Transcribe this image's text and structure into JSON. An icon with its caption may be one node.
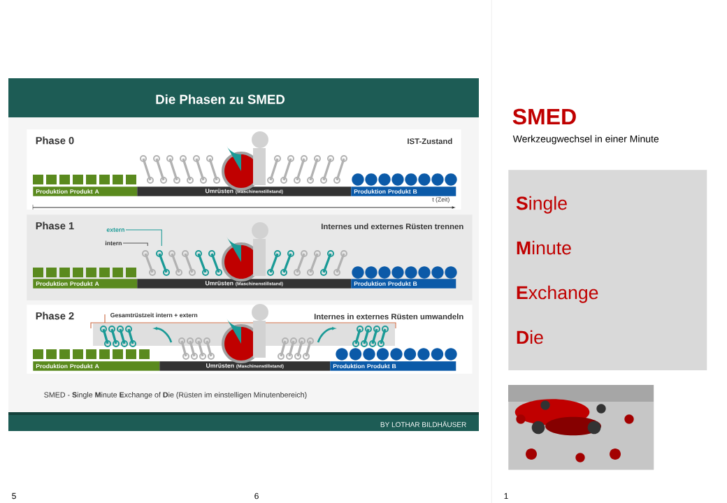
{
  "diagram": {
    "title": "Die Phasen zu SMED",
    "nodes": [
      {
        "text": [
          "Phase 0",
          "IST-Zustand"
        ]
      },
      {
        "text": [
          "Produktion Produkt A"
        ],
        "in": 0
      },
      {
        "text": [
          "Umrüsten",
          "(Maschinenstillstand)"
        ],
        "in": 0
      },
      {
        "text": [
          "Produktion Produkt B"
        ],
        "in": 0
      },
      {
        "text": [
          "Phase 1",
          "Internes und externes Rüsten trennen"
        ]
      },
      {
        "text": [
          "Produktion Produkt A"
        ],
        "in": 4
      },
      {
        "text": [
          "Umrüsten",
          "(Maschinenstillstand)"
        ],
        "in": 4
      },
      {
        "text": [
          "Produktion Produkt B"
        ],
        "in": 4
      },
      {
        "text": [
          "extern"
        ],
        "in": 4
      },
      {
        "text": [
          "intern"
        ],
        "in": 4
      },
      {
        "text": [
          "Phase 2",
          "Internes in externes Rüsten umwandeln"
        ]
      },
      {
        "text": [
          "Produktion Produkt A"
        ],
        "in": 10
      },
      {
        "text": [
          "Umrüsten",
          "(Maschinenstillstand)"
        ],
        "in": 10
      },
      {
        "text": [
          "Produktion Produkt B"
        ],
        "in": 10
      },
      {
        "text": [
          "**S**ingle",
          "**M**inute",
          "**E**xchange",
          "**D**ie"
        ]
      },
      {
        "text": [],
        "shape": "picture"
      },
      {
        "text": [],
        "shape": "picture",
        "in": 4
      },
      {
        "text": [],
        "shape": "picture",
        "in": 4
      }
    ],
    "edges": [
      {
        "from": 8,
        "to": 17,
        "arrow": "none",
        "color": "#1a9a96"
      },
      {
        "from": 9,
        "to": 16,
        "arrow": "none",
        "color": "#555555"
      }
    ],
    "labels": [
      "t (Zeit)",
      "Gesamtrüstzeit intern + extern",
      "SMED - **S**ingle **M**inute **E**xchange of **D**ie (Rüsten im einstelligen Minutenbereich)",
      "BY LOTHAR BILDHÄUSER",
      "SMED",
      "Werkzeugwechsel in einer Minute",
      "5",
      "6",
      "1"
    ]
  }
}
